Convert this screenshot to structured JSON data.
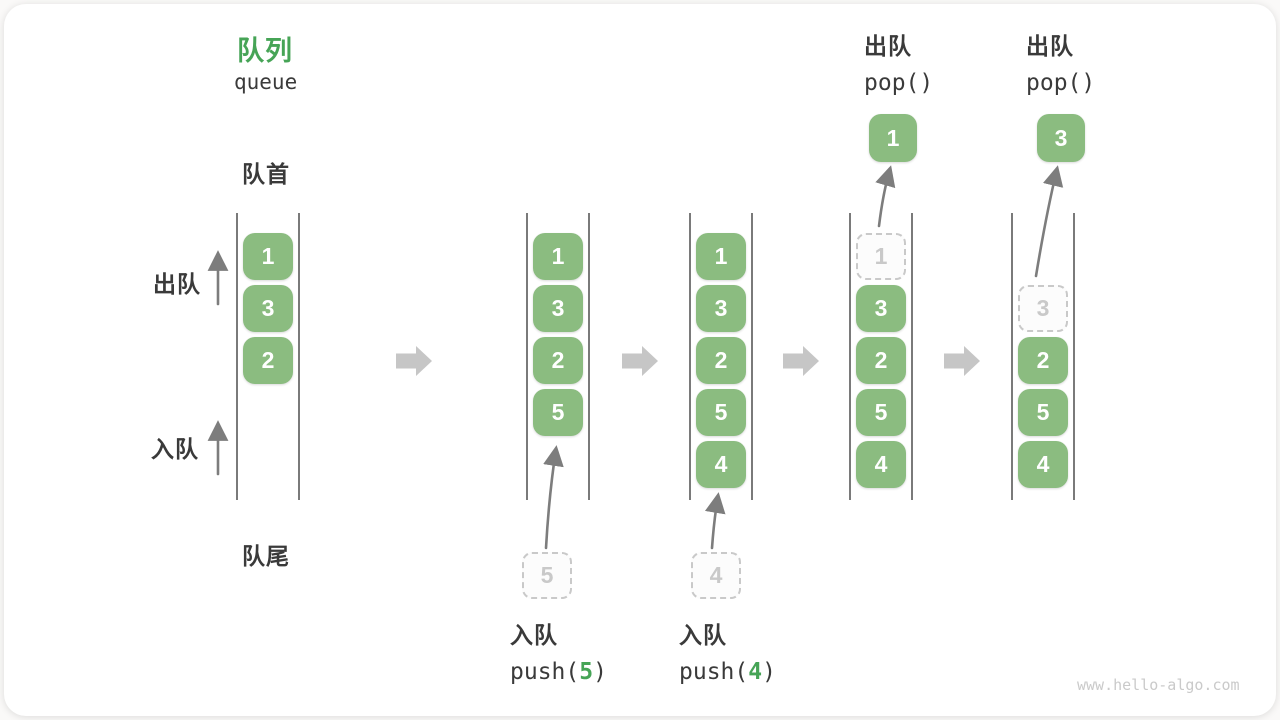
{
  "header": {
    "title": "队列",
    "subtitle": "queue"
  },
  "side_labels": {
    "front": "队首",
    "rear": "队尾",
    "dequeue": "出队",
    "enqueue": "入队"
  },
  "queue_states": [
    {
      "name": "state-1",
      "boxes": [
        {
          "slot": 0,
          "value": "1",
          "style": "solid"
        },
        {
          "slot": 1,
          "value": "3",
          "style": "solid"
        },
        {
          "slot": 2,
          "value": "2",
          "style": "solid"
        }
      ]
    },
    {
      "name": "state-2-after-push-5",
      "boxes": [
        {
          "slot": 0,
          "value": "1",
          "style": "solid"
        },
        {
          "slot": 1,
          "value": "3",
          "style": "solid"
        },
        {
          "slot": 2,
          "value": "2",
          "style": "solid"
        },
        {
          "slot": 3,
          "value": "5",
          "style": "solid"
        }
      ]
    },
    {
      "name": "state-3-after-push-4",
      "boxes": [
        {
          "slot": 0,
          "value": "1",
          "style": "solid"
        },
        {
          "slot": 1,
          "value": "3",
          "style": "solid"
        },
        {
          "slot": 2,
          "value": "2",
          "style": "solid"
        },
        {
          "slot": 3,
          "value": "5",
          "style": "solid"
        },
        {
          "slot": 4,
          "value": "4",
          "style": "solid"
        }
      ]
    },
    {
      "name": "state-4-after-pop-1",
      "boxes": [
        {
          "slot": 0,
          "value": "1",
          "style": "dashed"
        },
        {
          "slot": 1,
          "value": "3",
          "style": "solid"
        },
        {
          "slot": 2,
          "value": "2",
          "style": "solid"
        },
        {
          "slot": 3,
          "value": "5",
          "style": "solid"
        },
        {
          "slot": 4,
          "value": "4",
          "style": "solid"
        }
      ]
    },
    {
      "name": "state-5-after-pop-3",
      "boxes": [
        {
          "slot": 1,
          "value": "3",
          "style": "dashed"
        },
        {
          "slot": 2,
          "value": "2",
          "style": "solid"
        },
        {
          "slot": 3,
          "value": "5",
          "style": "solid"
        },
        {
          "slot": 4,
          "value": "4",
          "style": "solid"
        }
      ]
    }
  ],
  "push_ops": [
    {
      "label": "入队",
      "code_before": "push(",
      "arg": "5",
      "code_after": ")",
      "staged_value": "5"
    },
    {
      "label": "入队",
      "code_before": "push(",
      "arg": "4",
      "code_after": ")",
      "staged_value": "4"
    }
  ],
  "pop_ops": [
    {
      "label": "出队",
      "code": "pop()",
      "popped_value": "1"
    },
    {
      "label": "出队",
      "code": "pop()",
      "popped_value": "3"
    }
  ],
  "watermark": "www.hello-algo.com",
  "colors": {
    "box_green": "#8bbc80",
    "accent_green": "#46a456",
    "arrow_gray": "#c6c6c6",
    "line_gray": "#4f4f4f",
    "thin_arrow_gray": "#7d7d7d",
    "text_dark": "#3a3a3a",
    "muted_gray": "#c9c9c9",
    "watermark_gray": "#cacaca"
  }
}
